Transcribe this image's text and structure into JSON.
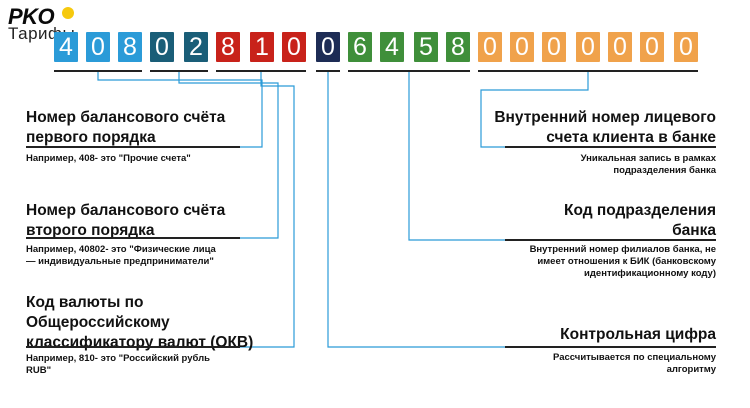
{
  "logo": {
    "main": "PKO",
    "sub": "Тарифы"
  },
  "account_digits": [
    {
      "d": "4",
      "color": "#2b9bd8"
    },
    {
      "d": "0",
      "color": "#2b9bd8"
    },
    {
      "d": "8",
      "color": "#2b9bd8"
    },
    {
      "d": "0",
      "color": "#1a5e78"
    },
    {
      "d": "2",
      "color": "#1a5e78"
    },
    {
      "d": "8",
      "color": "#c8221a"
    },
    {
      "d": "1",
      "color": "#c8221a"
    },
    {
      "d": "0",
      "color": "#c8221a"
    },
    {
      "d": "0",
      "color": "#1d2c55"
    },
    {
      "d": "6",
      "color": "#3f8f3a"
    },
    {
      "d": "4",
      "color": "#3f8f3a"
    },
    {
      "d": "5",
      "color": "#3f8f3a"
    },
    {
      "d": "8",
      "color": "#3f8f3a"
    },
    {
      "d": "0",
      "color": "#f0a24b"
    },
    {
      "d": "0",
      "color": "#f0a24b"
    },
    {
      "d": "0",
      "color": "#f0a24b"
    },
    {
      "d": "0",
      "color": "#f0a24b"
    },
    {
      "d": "0",
      "color": "#f0a24b"
    },
    {
      "d": "0",
      "color": "#f0a24b"
    },
    {
      "d": "0",
      "color": "#f0a24b"
    }
  ],
  "connector_color": "#2b9bd8",
  "left_items": [
    {
      "title": "Номер балансового счёта\nпервого порядка",
      "desc": "Например, 408-  это \"Прочие счета\""
    },
    {
      "title": "Номер балансового счёта\nвторого порядка",
      "desc": "Например, 40802-  это \"Физические лица\n— индивидуальные предприниматели\""
    },
    {
      "title": "Код валюты по\nОбщероссийскому\nклассификатору валют (ОКВ)",
      "desc": "Например, 810-  это \"Российский рубль\nRUB\""
    }
  ],
  "right_items": [
    {
      "title": "Внутренний номер лицевого\nсчета клиента в банке",
      "desc": "Уникальная запись в рамках\nподразделения банка"
    },
    {
      "title": "Код подразделения\nбанка",
      "desc": "Внутренний номер филиалов банка, не\nимеет отношения к БИК (банковскому\nидентификационному коду)"
    },
    {
      "title": "Контрольная цифра",
      "desc": "Рассчитывается по специальному\nалгоритму"
    }
  ]
}
